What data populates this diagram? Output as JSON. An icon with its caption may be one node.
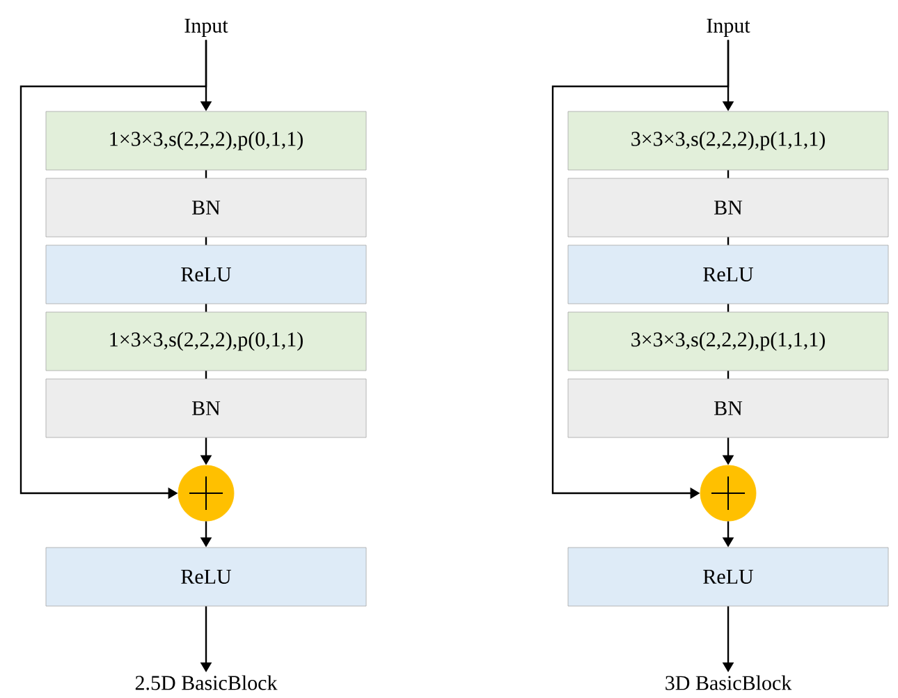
{
  "diagram": {
    "nodes": [
      {
        "text": [
          "Input"
        ]
      },
      {
        "text": [
          "1×3×3,s(2,2,2),p(0,1,1)"
        ]
      },
      {
        "text": [
          "BN"
        ]
      },
      {
        "text": [
          "ReLU"
        ]
      },
      {
        "text": [
          "1×3×3,s(2,2,2),p(0,1,1)"
        ]
      },
      {
        "text": [
          "BN"
        ]
      },
      {
        "text": [],
        "shape": "circle"
      },
      {
        "text": [
          "ReLU"
        ]
      },
      {
        "text": [
          "2.5D BasicBlock"
        ]
      },
      {
        "text": [
          "Input"
        ]
      },
      {
        "text": [
          "3×3×3,s(2,2,2),p(1,1,1)"
        ]
      },
      {
        "text": [
          "BN"
        ]
      },
      {
        "text": [
          "ReLU"
        ]
      },
      {
        "text": [
          "3×3×3,s(2,2,2),p(1,1,1)"
        ]
      },
      {
        "text": [
          "BN"
        ]
      },
      {
        "text": [],
        "shape": "circle"
      },
      {
        "text": [
          "ReLU"
        ]
      },
      {
        "text": [
          "3D BasicBlock"
        ]
      }
    ],
    "edges": [
      {
        "from": 0,
        "to": 1,
        "arrow": "to"
      },
      {
        "from": 0,
        "to": 6,
        "arrow": "to"
      },
      {
        "from": 1,
        "to": 2,
        "arrow": "none"
      },
      {
        "from": 2,
        "to": 3,
        "arrow": "none"
      },
      {
        "from": 3,
        "to": 4,
        "arrow": "none"
      },
      {
        "from": 4,
        "to": 5,
        "arrow": "none"
      },
      {
        "from": 5,
        "to": 6,
        "arrow": "to"
      },
      {
        "from": 6,
        "to": 7,
        "arrow": "to"
      },
      {
        "from": 7,
        "to": 8,
        "arrow": "to"
      },
      {
        "from": 9,
        "to": 10,
        "arrow": "to"
      },
      {
        "from": 9,
        "to": 15,
        "arrow": "to"
      },
      {
        "from": 10,
        "to": 11,
        "arrow": "none"
      },
      {
        "from": 11,
        "to": 12,
        "arrow": "none"
      },
      {
        "from": 12,
        "to": 13,
        "arrow": "none"
      },
      {
        "from": 13,
        "to": 14,
        "arrow": "none"
      },
      {
        "from": 14,
        "to": 15,
        "arrow": "to"
      },
      {
        "from": 15,
        "to": 16,
        "arrow": "to"
      },
      {
        "from": 16,
        "to": 17,
        "arrow": "to"
      }
    ]
  }
}
